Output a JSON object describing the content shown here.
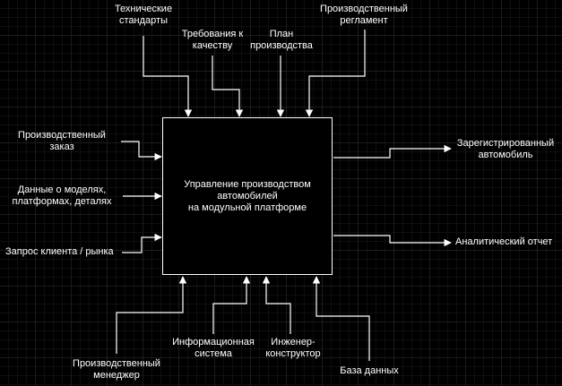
{
  "function": {
    "title": "Управление производством\nавтомобилей\nна модульной платформе"
  },
  "controls": {
    "technical_standards": "Технические\nстандарты",
    "quality_requirements": "Требования к\nкачеству",
    "production_plan": "План\nпроизводства",
    "production_regulations": "Производственный\nрегламент"
  },
  "inputs": {
    "production_order": "Производственный\nзаказ",
    "model_data": "Данные о моделях,\nплатформах, деталях",
    "client_request": "Запрос клиента / рынка"
  },
  "outputs": {
    "registered_vehicle": "Зарегистрированный\nавтомобиль",
    "analytic_report": "Аналитический отчет"
  },
  "mechanisms": {
    "production_manager": "Производственный\nменеджер",
    "information_system": "Информационная\nсистема",
    "design_engineer": "Инженер-\nконструктор",
    "database": "База данных"
  },
  "colors": {
    "background": "#000000",
    "lines": "#ffffff",
    "text": "#ffffff"
  }
}
